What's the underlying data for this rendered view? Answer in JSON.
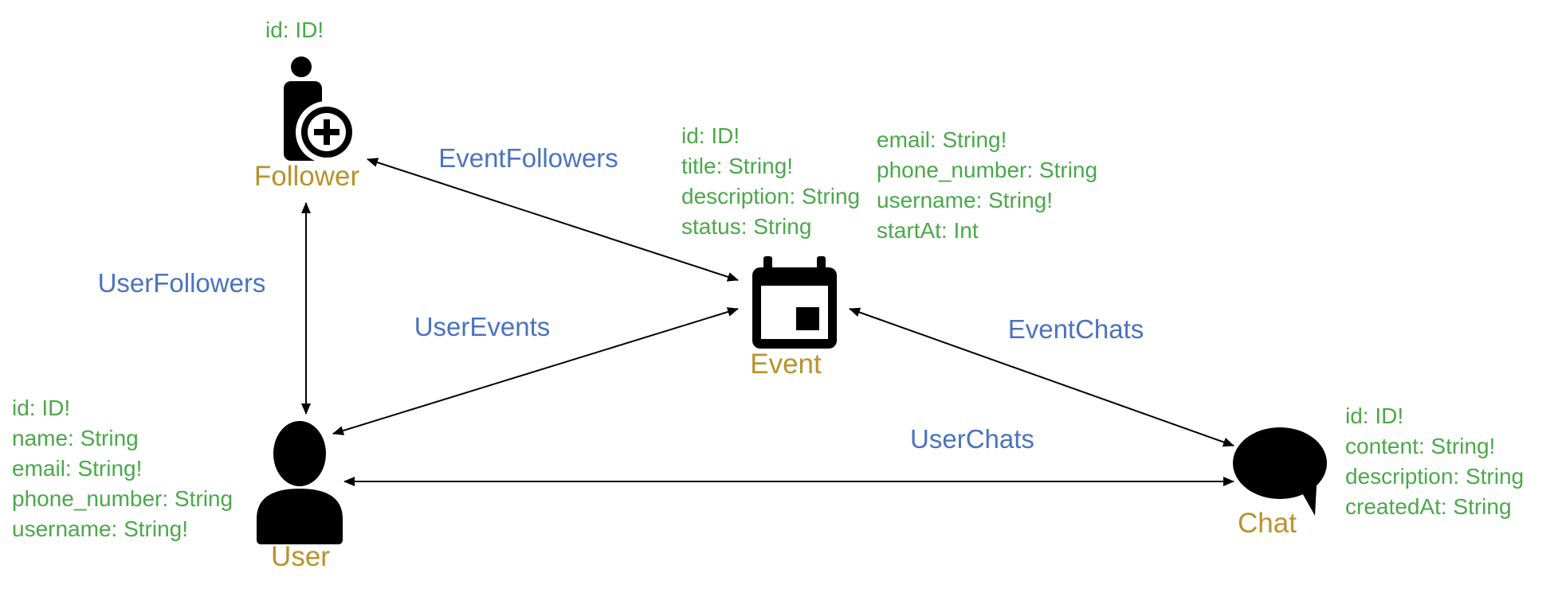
{
  "nodes": {
    "follower": {
      "label": "Follower",
      "icon": "follower-add-icon",
      "fields": [
        "id: ID!"
      ]
    },
    "event": {
      "label": "Event",
      "icon": "calendar-icon",
      "fields_left": [
        "id: ID!",
        "title: String!",
        "description: String",
        "status: String"
      ],
      "fields_right": [
        "email: String!",
        "phone_number: String",
        "username: String!",
        "startAt: Int"
      ]
    },
    "user": {
      "label": "User",
      "icon": "user-icon",
      "fields": [
        "id: ID!",
        "name: String",
        "email: String!",
        "phone_number: String",
        "username: String!"
      ]
    },
    "chat": {
      "label": "Chat",
      "icon": "chat-bubble-icon",
      "fields": [
        "id: ID!",
        "content: String!",
        "description: String",
        "createdAt: String"
      ]
    }
  },
  "relations": {
    "event_followers": "EventFollowers",
    "user_followers": "UserFollowers",
    "user_events": "UserEvents",
    "event_chats": "EventChats",
    "user_chats": "UserChats"
  },
  "colors": {
    "field_text": "#4aa84a",
    "node_label": "#b8922c",
    "relation_label": "#4a72c0",
    "icon": "#000000",
    "arrow": "#000000"
  }
}
